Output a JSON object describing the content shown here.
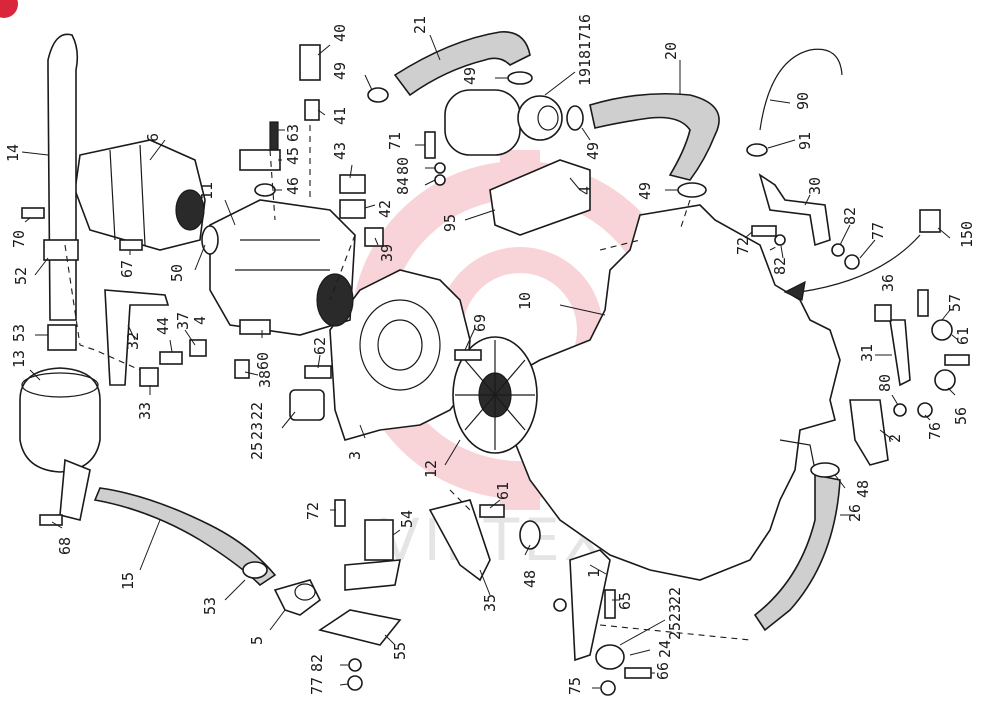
{
  "watermark_text": "VIPTEX",
  "labels": [
    {
      "id": "p1",
      "text": "1"
    },
    {
      "id": "p2",
      "text": "2"
    },
    {
      "id": "p3",
      "text": "3"
    },
    {
      "id": "p4",
      "text": "4"
    },
    {
      "id": "p4b",
      "text": "4"
    },
    {
      "id": "p5",
      "text": "5"
    },
    {
      "id": "p6",
      "text": "6"
    },
    {
      "id": "p10",
      "text": "10"
    },
    {
      "id": "p11",
      "text": "11"
    },
    {
      "id": "p12",
      "text": "12"
    },
    {
      "id": "p13",
      "text": "13"
    },
    {
      "id": "p14",
      "text": "14"
    },
    {
      "id": "p15",
      "text": "15"
    },
    {
      "id": "p16",
      "text": "16"
    },
    {
      "id": "p17",
      "text": "17"
    },
    {
      "id": "p18",
      "text": "18"
    },
    {
      "id": "p19",
      "text": "19"
    },
    {
      "id": "p20",
      "text": "20"
    },
    {
      "id": "p21",
      "text": "21"
    },
    {
      "id": "p22a",
      "text": "22"
    },
    {
      "id": "p23a",
      "text": "23"
    },
    {
      "id": "p25a",
      "text": "25"
    },
    {
      "id": "p22b",
      "text": "22"
    },
    {
      "id": "p23b",
      "text": "23"
    },
    {
      "id": "p25b",
      "text": "25"
    },
    {
      "id": "p24",
      "text": "24"
    },
    {
      "id": "p26",
      "text": "26"
    },
    {
      "id": "p30",
      "text": "30"
    },
    {
      "id": "p31",
      "text": "31"
    },
    {
      "id": "p32",
      "text": "32"
    },
    {
      "id": "p33",
      "text": "33"
    },
    {
      "id": "p35",
      "text": "35"
    },
    {
      "id": "p36",
      "text": "36"
    },
    {
      "id": "p37",
      "text": "37"
    },
    {
      "id": "p38",
      "text": "38"
    },
    {
      "id": "p39",
      "text": "39"
    },
    {
      "id": "p40",
      "text": "40"
    },
    {
      "id": "p41",
      "text": "41"
    },
    {
      "id": "p42",
      "text": "42"
    },
    {
      "id": "p43",
      "text": "43"
    },
    {
      "id": "p44",
      "text": "44"
    },
    {
      "id": "p45",
      "text": "45"
    },
    {
      "id": "p46",
      "text": "46"
    },
    {
      "id": "p48a",
      "text": "48"
    },
    {
      "id": "p48b",
      "text": "48"
    },
    {
      "id": "p49a",
      "text": "49"
    },
    {
      "id": "p49b",
      "text": "49"
    },
    {
      "id": "p49c",
      "text": "49"
    },
    {
      "id": "p49d",
      "text": "49"
    },
    {
      "id": "p50",
      "text": "50"
    },
    {
      "id": "p52",
      "text": "52"
    },
    {
      "id": "p53a",
      "text": "53"
    },
    {
      "id": "p53b",
      "text": "53"
    },
    {
      "id": "p54",
      "text": "54"
    },
    {
      "id": "p55",
      "text": "55"
    },
    {
      "id": "p56",
      "text": "56"
    },
    {
      "id": "p57",
      "text": "57"
    },
    {
      "id": "p60",
      "text": "60"
    },
    {
      "id": "p61a",
      "text": "61"
    },
    {
      "id": "p61b",
      "text": "61"
    },
    {
      "id": "p62",
      "text": "62"
    },
    {
      "id": "p63",
      "text": "63"
    },
    {
      "id": "p65",
      "text": "65"
    },
    {
      "id": "p66",
      "text": "66"
    },
    {
      "id": "p67",
      "text": "67"
    },
    {
      "id": "p68",
      "text": "68"
    },
    {
      "id": "p69",
      "text": "69"
    },
    {
      "id": "p70",
      "text": "70"
    },
    {
      "id": "p71",
      "text": "71"
    },
    {
      "id": "p72a",
      "text": "72"
    },
    {
      "id": "p72b",
      "text": "72"
    },
    {
      "id": "p75",
      "text": "75"
    },
    {
      "id": "p76",
      "text": "76"
    },
    {
      "id": "p77a",
      "text": "77"
    },
    {
      "id": "p77b",
      "text": "77"
    },
    {
      "id": "p80a",
      "text": "80"
    },
    {
      "id": "p80b",
      "text": "80"
    },
    {
      "id": "p82a",
      "text": "82"
    },
    {
      "id": "p82b",
      "text": "82"
    },
    {
      "id": "p82c",
      "text": "82"
    },
    {
      "id": "p84",
      "text": "84"
    },
    {
      "id": "p90",
      "text": "90"
    },
    {
      "id": "p91",
      "text": "91"
    },
    {
      "id": "p95",
      "text": "95"
    },
    {
      "id": "p150",
      "text": "150"
    }
  ]
}
